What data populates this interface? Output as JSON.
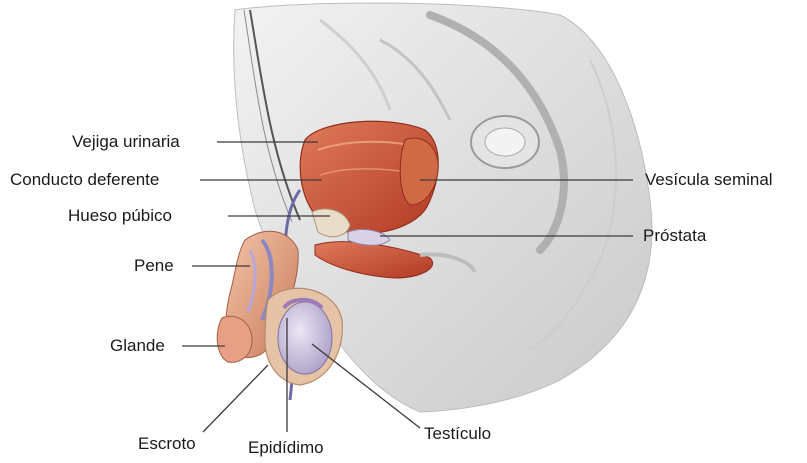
{
  "labels": {
    "vejiga": "Vejiga urinaria",
    "conducto": "Conducto deferente",
    "hueso": "Hueso púbico",
    "pene": "Pene",
    "glande": "Glande",
    "escroto": "Escroto",
    "epididimo": "Epidídimo",
    "testiculo": "Testículo",
    "vesicula": "Vesícula seminal",
    "prostata": "Próstata"
  },
  "colors": {
    "leader_line": "#3a3a3a",
    "muscle_red": "#c8462e",
    "bladder_orange": "#e08a56",
    "tissue_gray": "#d6d6d6",
    "skin_pink": "#e7a486",
    "testis_lilac": "#c7bddc"
  }
}
